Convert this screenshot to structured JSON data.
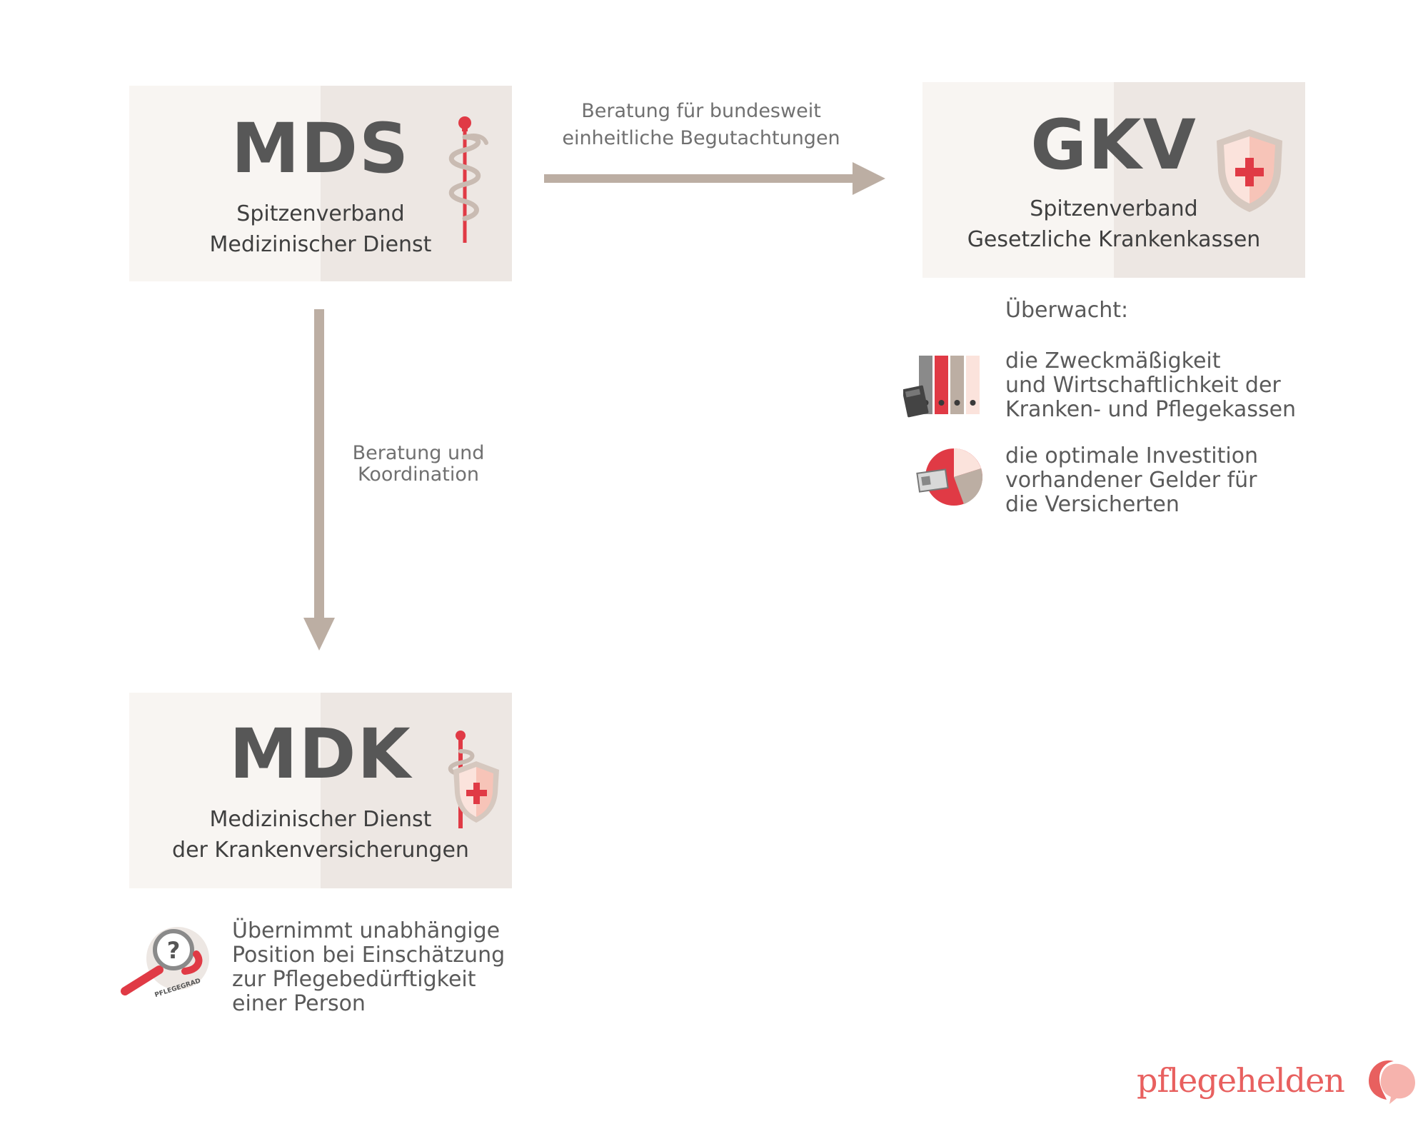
{
  "mds": {
    "title": "MDS",
    "subtitle": [
      "Spitzenverband",
      "Medizinischer Dienst"
    ],
    "icon": "caduceus-icon"
  },
  "gkv": {
    "title": "GKV",
    "subtitle": [
      "Spitzenverband",
      "Gesetzliche Krankenkassen"
    ],
    "icon": "shield-cross-icon"
  },
  "mdk": {
    "title": "MDK",
    "subtitle": [
      "Medizinischer Dienst",
      "der Krankenversicherungen"
    ],
    "icon": "caduceus-shield-icon"
  },
  "arrow_right_label": [
    "Beratung für bundesweit",
    "einheitliche Begutachtungen"
  ],
  "arrow_down_label": [
    "Beratung und",
    "Koordination"
  ],
  "gkv_monitors": {
    "heading": "Überwacht:",
    "items": [
      {
        "icon": "binders-icon",
        "lines": [
          "die Zweckmäßigkeit",
          "und Wirtschaftlichkeit der",
          "Kranken- und Pflegekassen"
        ]
      },
      {
        "icon": "pie-chart-money-icon",
        "lines": [
          "die optimale Investition",
          "vorhandener Gelder für",
          "die Versicherten"
        ]
      }
    ]
  },
  "mdk_task": {
    "icon": "magnifier-question-icon",
    "badge": "PFLEGEGRAD",
    "lines": [
      "Übernimmt unabhängige",
      "Position bei Einschätzung",
      "zur Pflegebedürftigkeit",
      "einer Person"
    ]
  },
  "logo": {
    "text": "pflegehelden"
  },
  "colors": {
    "accent_red": "#e03a45",
    "arrow": "#bcaea3",
    "box_light": "#f8f5f2",
    "box_dark": "#ede7e3"
  }
}
